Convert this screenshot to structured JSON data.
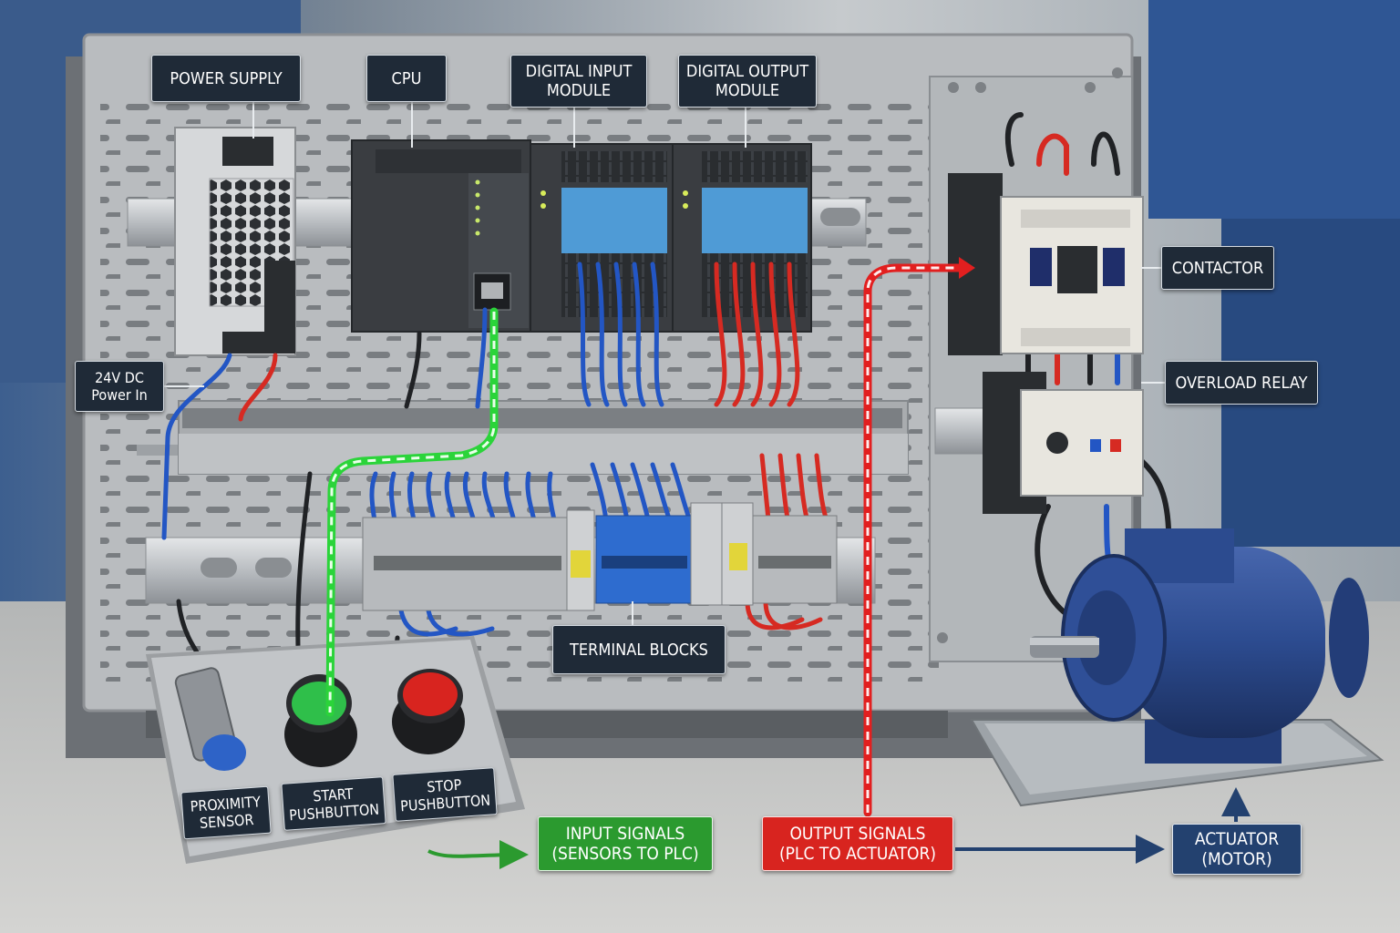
{
  "labels": {
    "power_supply": "POWER SUPPLY",
    "cpu": "CPU",
    "digital_input_module": [
      "DIGITAL INPUT",
      "MODULE"
    ],
    "digital_output_module": [
      "DIGITAL OUTPUT",
      "MODULE"
    ],
    "contactor": "CONTACTOR",
    "overload_relay": "OVERLOAD RELAY",
    "power_in": [
      "24V DC",
      "Power In"
    ],
    "terminal_blocks": "TERMINAL BLOCKS",
    "proximity_sensor": [
      "PROXIMITY",
      "SENSOR"
    ],
    "start_pushbutton": [
      "START",
      "PUSHBUTTON"
    ],
    "stop_pushbutton": [
      "STOP",
      "PUSHBUTTON"
    ],
    "input_signals": [
      "INPUT SIGNALS",
      "(SENSORS TO PLC)"
    ],
    "output_signals": [
      "OUTPUT SIGNALS",
      "(PLC TO ACTUATOR)"
    ],
    "actuator": [
      "ACTUATOR",
      "(MOTOR)"
    ]
  },
  "colors": {
    "label_bg": "#1f2a37",
    "input_signal": "#2b9a2f",
    "output_signal": "#d8241f",
    "actuator": "#23416f",
    "wire_blue": "#2356c4",
    "wire_red": "#d62a22",
    "motor_blue": "#2c4b8f",
    "panel": "#b9bcbf"
  },
  "icons": {
    "input_arrow": "arrow-right-icon",
    "output_arrow": "arrow-right-icon",
    "actuator_arrow": "arrow-up-icon"
  }
}
